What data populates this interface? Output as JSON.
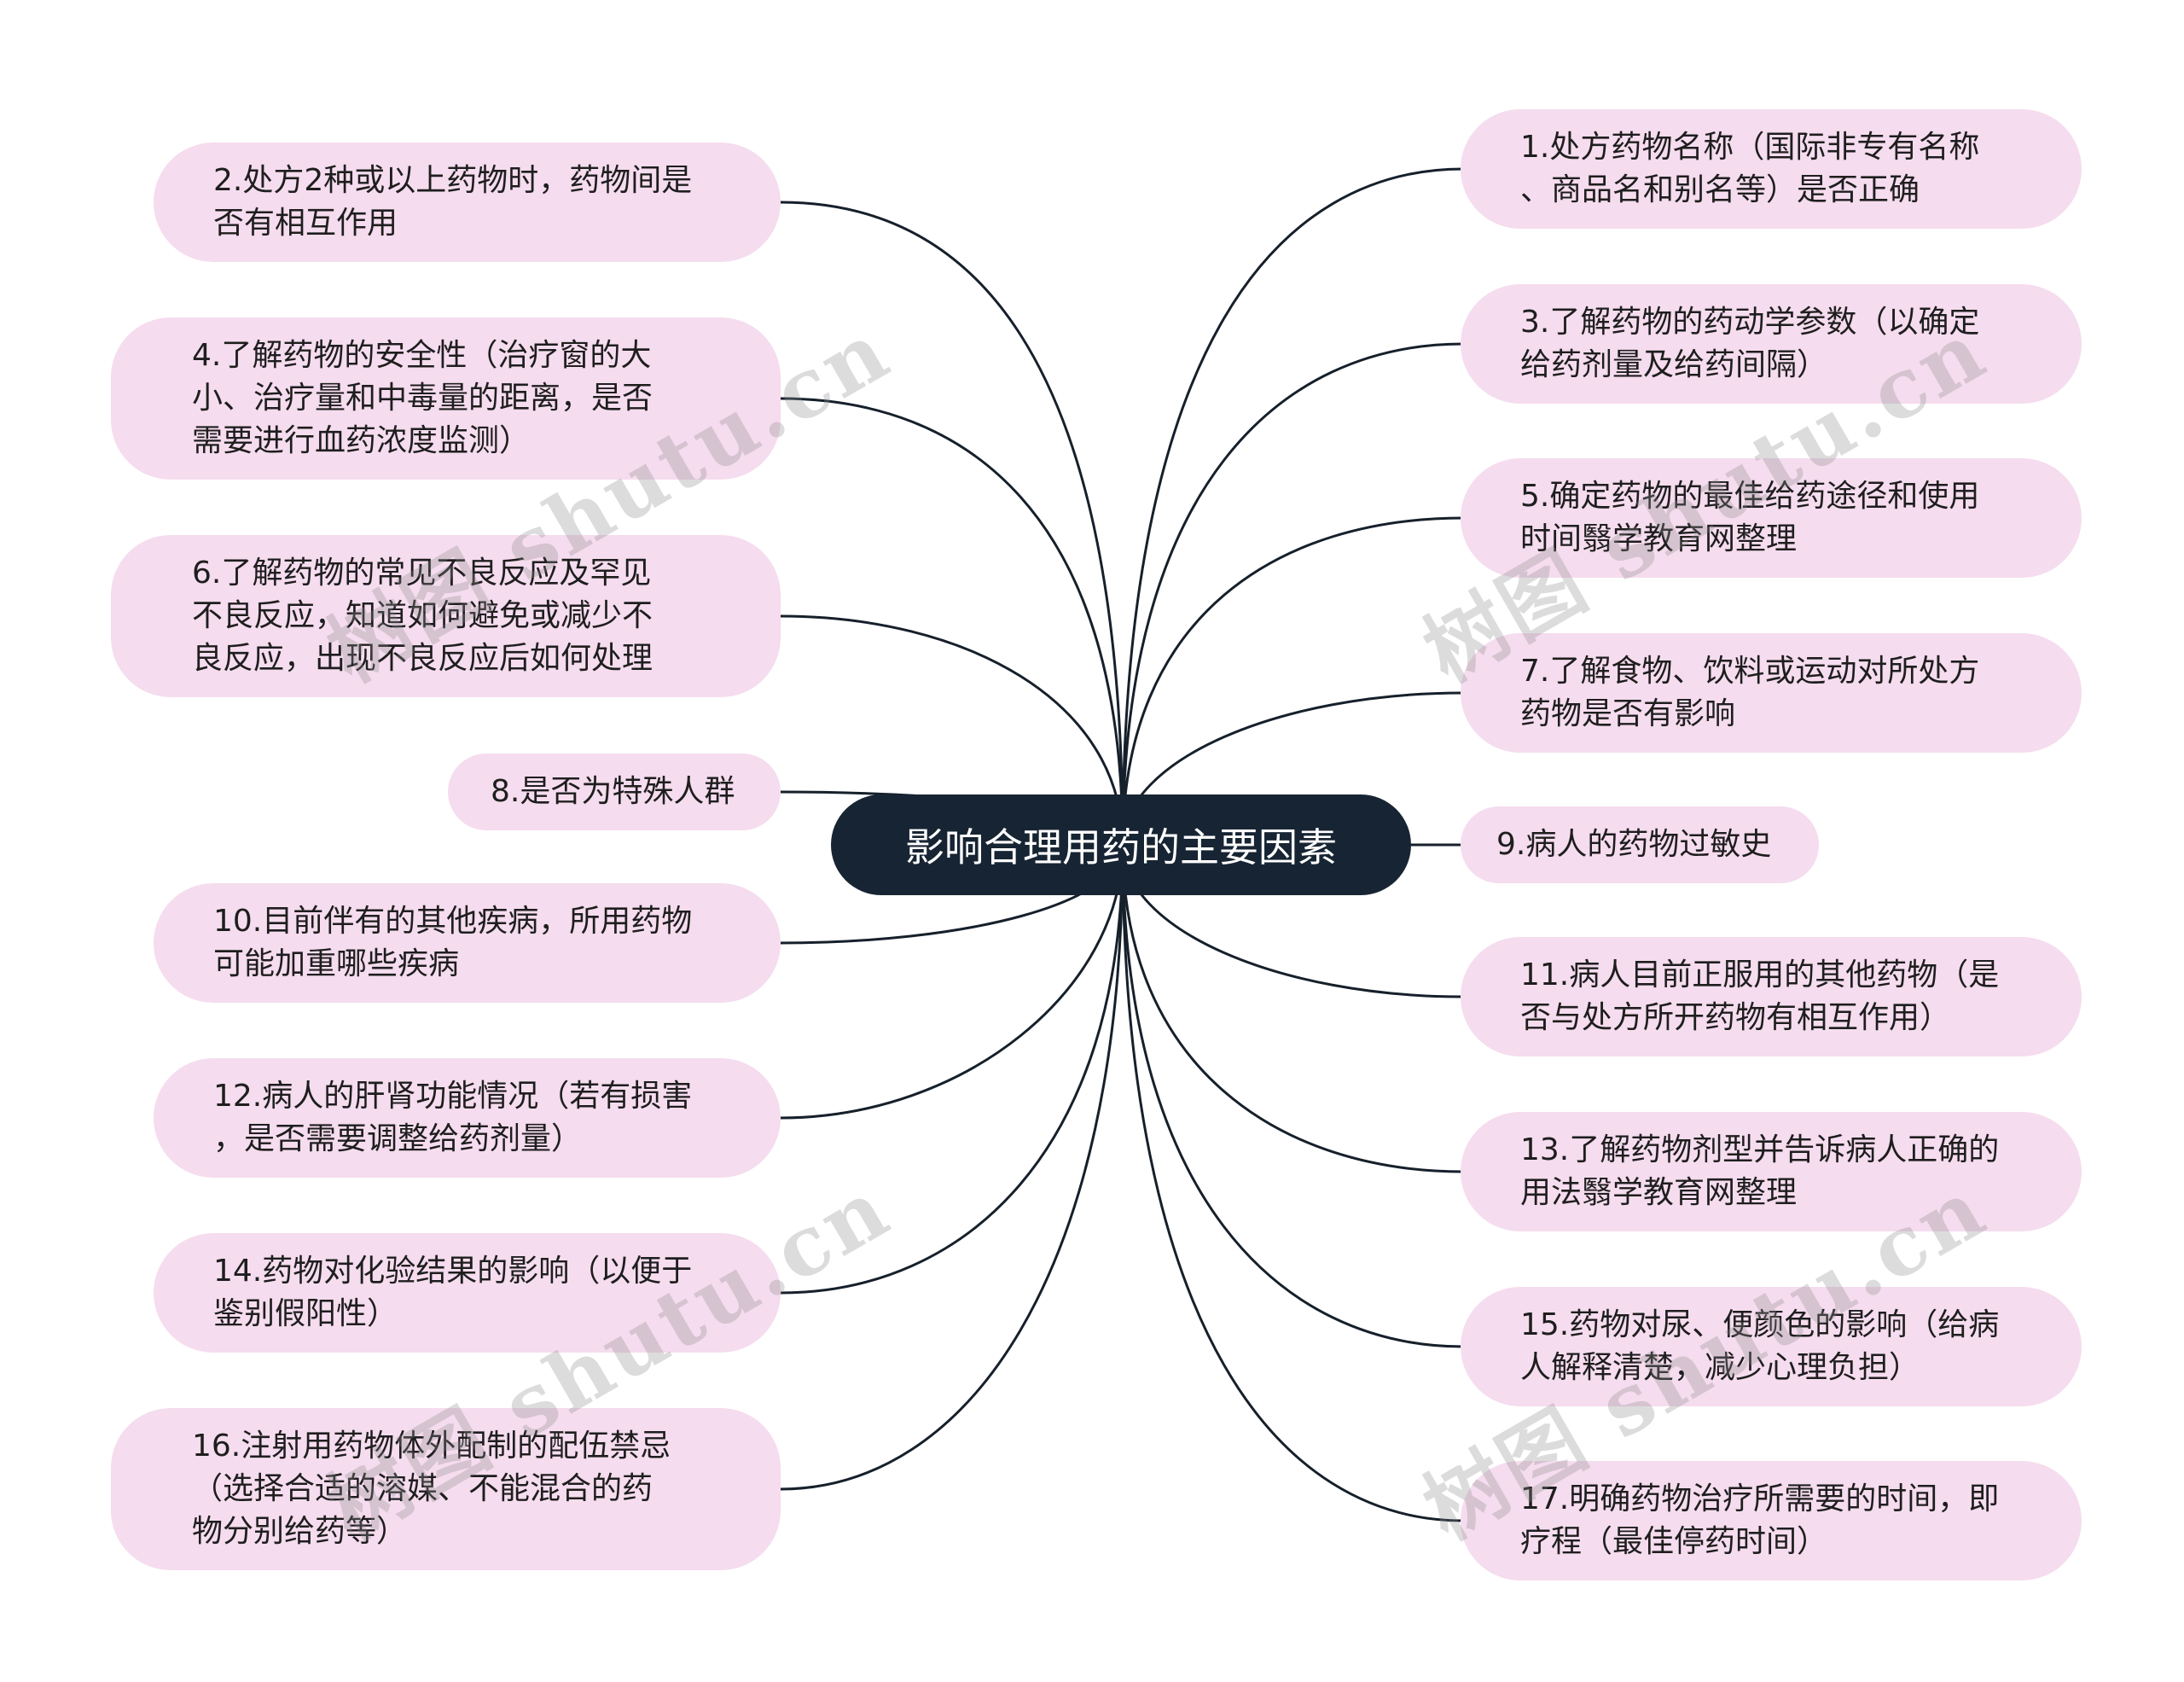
{
  "root": {
    "label": "影响合理用药的主要因素"
  },
  "branches": [
    {
      "label": "1.处方药物名称（国际非专有名称\n、商品名和别名等）是否正确"
    },
    {
      "label": "2.处方2种或以上药物时，药物间是\n否有相互作用"
    },
    {
      "label": "3.了解药物的药动学参数（以确定\n给药剂量及给药间隔）"
    },
    {
      "label": "4.了解药物的安全性（治疗窗的大\n小、治疗量和中毒量的距离，是否\n需要进行血药浓度监测）"
    },
    {
      "label": "5.确定药物的最佳给药途径和使用\n时间翳学教育网整理"
    },
    {
      "label": "6.了解药物的常见不良反应及罕见\n不良反应，知道如何避免或减少不\n良反应，出现不良反应后如何处理"
    },
    {
      "label": "7.了解食物、饮料或运动对所处方\n药物是否有影响"
    },
    {
      "label": "8.是否为特殊人群"
    },
    {
      "label": "9.病人的药物过敏史"
    },
    {
      "label": "10.目前伴有的其他疾病，所用药物\n可能加重哪些疾病"
    },
    {
      "label": "11.病人目前正服用的其他药物（是\n否与处方所开药物有相互作用）"
    },
    {
      "label": "12.病人的肝肾功能情况（若有损害\n，是否需要调整给药剂量）"
    },
    {
      "label": "13.了解药物剂型并告诉病人正确的\n用法翳学教育网整理"
    },
    {
      "label": "14.药物对化验结果的影响（以便于\n鉴别假阳性）"
    },
    {
      "label": "15.药物对尿、便颜色的影响（给病\n人解释清楚，减少心理负担）"
    },
    {
      "label": "16.注射用药物体外配制的配伍禁忌\n（选择合适的溶媒、不能混合的药\n物分别给药等）"
    },
    {
      "label": "17.明确药物治疗所需要的时间，即\n疗程（最佳停药时间）"
    }
  ],
  "watermark": "树图 shutu.cn",
  "colors": {
    "root_bg": "#172433",
    "node_bg": "#f5dcee",
    "line": "#16202b"
  }
}
